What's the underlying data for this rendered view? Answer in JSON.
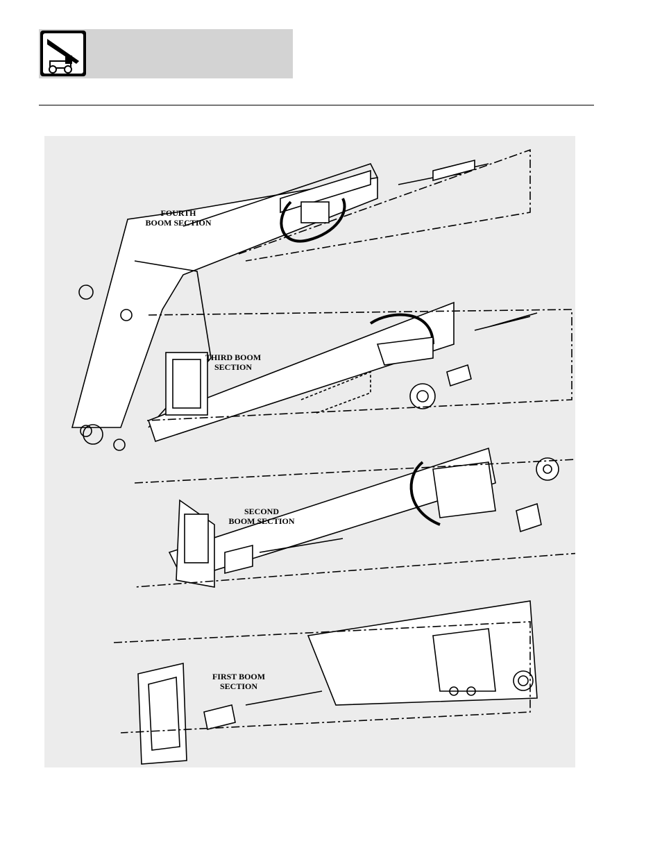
{
  "header": {
    "logo_icon": "telehandler-boom-icon"
  },
  "diagram": {
    "title": "Boom sections exploded view",
    "labels": {
      "fourth": [
        "FOURTH",
        "BOOM SECTION"
      ],
      "third": [
        "THIRD BOOM",
        "SECTION"
      ],
      "second": [
        "SECOND",
        "BOOM SECTION"
      ],
      "first": [
        "FIRST BOOM",
        "SECTION"
      ]
    }
  }
}
